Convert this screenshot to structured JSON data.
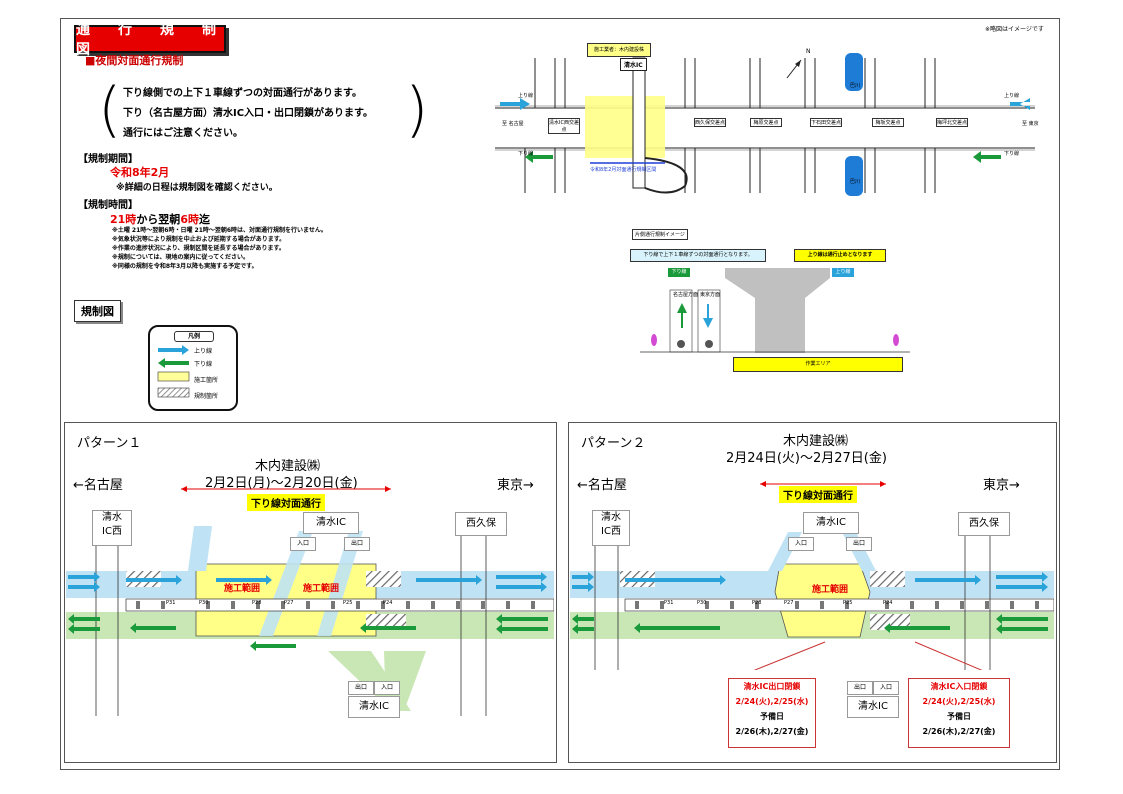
{
  "header": {
    "title": "通　行　規　制　図",
    "subtitle": "■夜間対面通行規制",
    "note": "※略図はイメージです"
  },
  "notice": {
    "lines": [
      "下り線側での上下１車線ずつの対面通行があります。",
      "下り（名古屋方面）清水IC入口・出口閉鎖があります。",
      "通行にはご注意ください。"
    ]
  },
  "period": {
    "heading": "【規制期間】",
    "value": "令和8年2月",
    "note": "※詳細の日程は規制図を確認ください。"
  },
  "time": {
    "heading": "【規制時間】",
    "value_a": "21時",
    "value_b": "から翌朝",
    "value_c": "6時",
    "value_d": "迄",
    "notes": [
      "※土曜 21時～翌朝6時・日曜 21時～翌朝6時は、対面通行規制を行いません。",
      "※気象状況等により規制を中止および延期する場合があります。",
      "※作業の進捗状況により、規制区間を延長する場合があります。",
      "※規制については、現地の案内に従ってください。",
      "※同様の規制を令和8年3月以降も実施する予定です。"
    ]
  },
  "kiseizu_label": "規制図",
  "legend": {
    "title": "凡例",
    "items": [
      "上り線",
      "下り線",
      "施工箇所",
      "規制箇所"
    ]
  },
  "map": {
    "contractor": "施工業者：木内建設株",
    "ic": "清水IC",
    "north": "N",
    "up_left": "上り線",
    "down_left": "下り線",
    "up_right": "上り線",
    "down_right": "下り線",
    "left_city": "至 名古屋",
    "right_city": "至 東京",
    "intersections": [
      "清水IC西交差点",
      "西久保交差点",
      "梅原交差点",
      "下石田交差点",
      "梅坂交差点",
      "梅坪北交差点"
    ],
    "river_top": "巴川",
    "river_bottom": "巴川",
    "range_label": "令和8年2月対面通行規制区間"
  },
  "cross_section": {
    "title": "片側通行規制イメージ",
    "left_note": "下り線で上下１車線ずつの対面通行となります。",
    "right_note": "上り線は通行止めとなります",
    "left_tag": "下り線",
    "right_tag": "上り線",
    "work_area": "作業エリア",
    "lane_labels": [
      "名古屋方面",
      "東京方面"
    ]
  },
  "pattern1": {
    "title": "パターン１",
    "contractor": "木内建設㈱",
    "dates": "2月2日(月)～2月20日(金)",
    "tag": "下り線対面通行",
    "left_city": "←名古屋",
    "right_city": "東京→",
    "box_left": "清水\nIC西",
    "box_ic": "清水IC",
    "box_right": "西久保",
    "entry_top": [
      "入口",
      "出口"
    ],
    "exit_bottom": [
      "出口",
      "入口"
    ],
    "box_ic_bottom": "清水IC",
    "work1": "施工範囲",
    "work2": "施工範囲",
    "piers": [
      "P31",
      "P30",
      "P28",
      "P27",
      "P25",
      "P24"
    ]
  },
  "pattern2": {
    "title": "パターン２",
    "contractor": "木内建設㈱",
    "dates": "2月24日(火)～2月27日(金)",
    "tag": "下り線対面通行",
    "left_city": "←名古屋",
    "right_city": "東京→",
    "box_left": "清水\nIC西",
    "box_ic": "清水IC",
    "box_right": "西久保",
    "entry_top": [
      "入口",
      "出口"
    ],
    "exit_bottom": [
      "出口",
      "入口"
    ],
    "box_ic_bottom": "清水IC",
    "work1": "施工範囲",
    "piers": [
      "P31",
      "P30",
      "P28",
      "P27",
      "P25",
      "P24"
    ],
    "closure_exit": {
      "title": "清水IC出口閉鎖",
      "dates": "2/24(火),2/25(水)",
      "reserve": "予備日",
      "reserve_dates": "2/26(木),2/27(金)"
    },
    "closure_entry": {
      "title": "清水IC入口閉鎖",
      "dates": "2/24(火),2/25(水)",
      "reserve": "予備日",
      "reserve_dates": "2/26(木),2/27(金)"
    }
  },
  "colors": {
    "up": "#29a3d9",
    "down": "#1a9a3a",
    "work": "#ffff99",
    "red": "#e60000"
  }
}
